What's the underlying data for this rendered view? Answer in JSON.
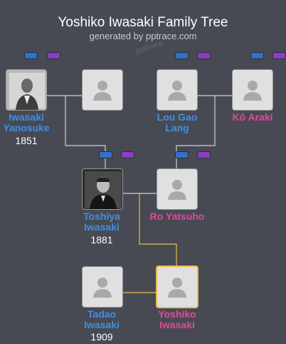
{
  "header": {
    "title": "Yoshiko Iwasaki Family Tree",
    "subtitle": "generated by pptrace.com",
    "watermark": "pptrace"
  },
  "colors": {
    "background": "#474a52",
    "male": "#3f8fe6",
    "female": "#e2489d",
    "highlight": "#e8bd4c",
    "connector": "#d0d2d6"
  },
  "people": {
    "yanosuke": {
      "name_line1": "Iwasaki",
      "name_line2": "Yanosuke",
      "year": "1851",
      "gender": "male",
      "photo": true
    },
    "unknown_gm1": {
      "name_line1": "",
      "name_line2": "",
      "year": "",
      "gender": "female",
      "photo": false
    },
    "lou_gao": {
      "name_line1": "Lou Gao",
      "name_line2": "Lang",
      "year": "",
      "gender": "male",
      "photo": false
    },
    "ko_araki": {
      "name_line1": "Kō Araki",
      "name_line2": "",
      "year": "",
      "gender": "female",
      "photo": false
    },
    "toshiya": {
      "name_line1": "Toshiya",
      "name_line2": "Iwasaki",
      "year": "1881",
      "gender": "male",
      "photo": true
    },
    "ro_yatsuho": {
      "name_line1": "Ro Yatsuho",
      "name_line2": "",
      "year": "",
      "gender": "female",
      "photo": false
    },
    "tadao": {
      "name_line1": "Tadao",
      "name_line2": "Iwasaki",
      "year": "1909",
      "gender": "male",
      "photo": false
    },
    "yoshiko": {
      "name_line1": "Yoshiko",
      "name_line2": "Iwasaki",
      "year": "",
      "gender": "female",
      "photo": false,
      "selected": true
    }
  }
}
